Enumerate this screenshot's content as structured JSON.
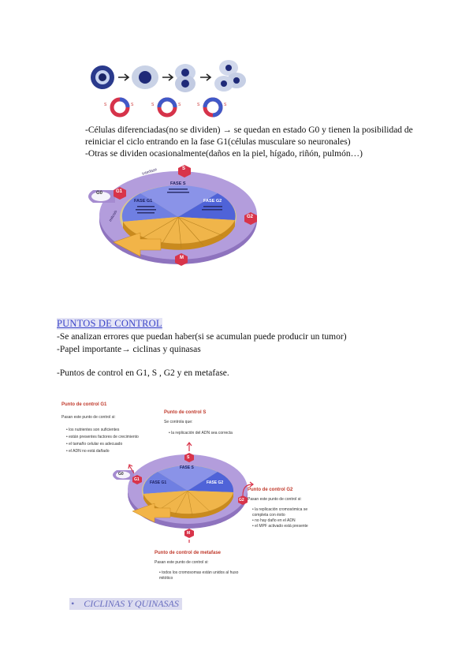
{
  "cells_figure": {
    "chromosome_labels": [
      "S",
      "S",
      "S",
      "S",
      "S",
      "S"
    ]
  },
  "paragraph1": {
    "line1": "-Células diferenciadas(no se dividen) → se quedan en estado G0 y tienen la posibilidad de",
    "line2": "reiniciar el ciclo entrando en la fase G1(células musculare so neuronales)",
    "line3": "-Otras se dividen ocasionalmente(daños en la piel, hígado, riñón, pulmón…)"
  },
  "cycle_diagram_1": {
    "phases": {
      "s": "S",
      "g1": "G1",
      "g2": "G2",
      "m": "M",
      "g0": "G0"
    },
    "sectors": {
      "fase_s": "FASE S",
      "fase_g1": "FASE G1",
      "fase_g2": "FASE G2"
    },
    "ring_labels": {
      "interfase": "Interfase",
      "mitosis": "mitosis"
    }
  },
  "section_control": {
    "heading": "PUNTOS DE CONTROL",
    "line1": "-Se analizan errores que puedan haber(si se acumulan puede producir un tumor)",
    "line2": "-Papel importante→ ciclinas y quinasas",
    "line3": "-Puntos de control en G1, S , G2 y en metafase."
  },
  "control_diagram": {
    "g1_box": {
      "title": "Punto de control G1",
      "subtitle": "Pasan este punto de control si:",
      "items": [
        "los nutrientes son suficientes",
        "están presentes factores de crecimiento",
        "el tamaño celular es adecuado",
        "el ADN no está dañado"
      ]
    },
    "s_box": {
      "title": "Punto de control S",
      "subtitle": "Se controla que:",
      "items": [
        "la replicación del ADN sea correcta"
      ]
    },
    "g2_box": {
      "title": "Punto de control G2",
      "subtitle": "Pasan este punto de control si:",
      "items": [
        "la replicación cromosómica se completa con éxito",
        "no hay daño en el ADN",
        "el MPF activado está presente"
      ]
    },
    "m_box": {
      "title": "Punto de control de metafase",
      "subtitle": "Pasan este punto de control si:",
      "items": [
        "todos los cromosomas están unidos al huso mitótico"
      ]
    },
    "phases": {
      "s": "S",
      "g1": "G1",
      "g2": "G2",
      "m": "M",
      "g0": "G0"
    },
    "sectors": {
      "fase_s": "FASE S",
      "fase_g1": "FASE G1",
      "fase_g2": "FASE G2"
    }
  },
  "bullet_item": {
    "label": "CICLINAS Y QUINASAS"
  },
  "colors": {
    "link_blue": "#3b45c9",
    "phase_red": "#d8344a",
    "ring_purple": "#a58bd0",
    "sector_blue": "#6b7fe6",
    "sector_orange": "#f2b448"
  }
}
